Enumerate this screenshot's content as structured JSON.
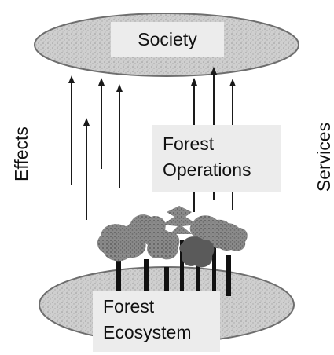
{
  "labels": {
    "society": "Society",
    "effects": "Effects",
    "services": "Services",
    "forest_operations_line1": "Forest",
    "forest_operations_line2": "Operations",
    "forest_ecosystem_line1": "Forest",
    "forest_ecosystem_line2": "Ecosystem"
  },
  "colors": {
    "ellipse_fill": "#c9c9c9",
    "ellipse_stroke": "#6e6e6e",
    "arrow": "#1a1a1a",
    "label_box": "#ececec",
    "tree_trunk": "#111111"
  }
}
